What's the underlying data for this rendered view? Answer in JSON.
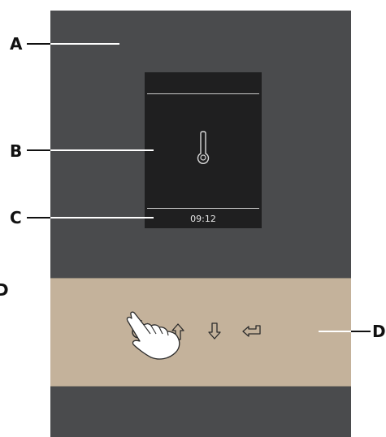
{
  "callouts": {
    "a": "A",
    "b": "B",
    "c": "C",
    "d_left": "D",
    "d_right": "D"
  },
  "display": {
    "time": "09:12"
  },
  "icons": {
    "thermometer": "thermometer-icon",
    "power": "power-icon",
    "light": "light-bulb-icon",
    "up": "arrow-up-icon",
    "down": "arrow-down-icon",
    "enter": "enter-icon",
    "hand": "pointing-hand-icon"
  },
  "colors": {
    "housing": "#4a4b4d",
    "panel": "#c4b29b",
    "screen": "#1f1f20"
  }
}
